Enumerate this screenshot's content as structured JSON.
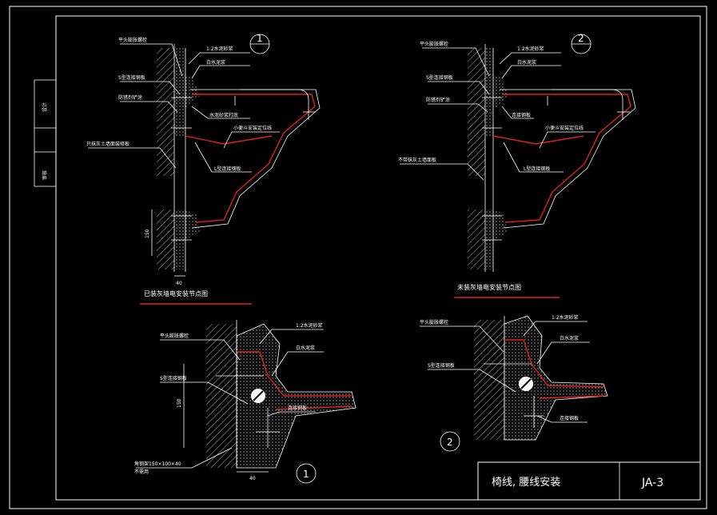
{
  "side_labels": [
    "设计",
    "审核"
  ],
  "detail1": {
    "marker": "1",
    "caption": "已装灰墙电安装节点图",
    "labels": [
      "平头膨胀螺栓",
      "S型连接钢板",
      "防锈剂铲涂",
      "1:2水泥砂浆",
      "白水泥浆",
      "水泥砂浆打底",
      "小便斗安装定位线",
      "L型连接钢板",
      "只抹灰土墙面装修板"
    ],
    "dims": [
      "150",
      "40"
    ]
  },
  "detail2": {
    "marker": "2",
    "caption": "未装灰墙电安装节点图",
    "labels": [
      "平头膨胀螺栓",
      "S型连接钢板",
      "防锈剂铲涂",
      "1:2水泥砂浆",
      "白水泥浆",
      "连接钢板",
      "小便斗安装定位线",
      "L型连接钢板",
      "不带抹灰土墙面板"
    ]
  },
  "detail3": {
    "marker": "1",
    "labels": [
      "平头膨胀螺栓",
      "S型连接钢板",
      "1:2水泥砂浆",
      "白水泥浆",
      "连接钢板",
      "角钢架150×100×40",
      "不需用"
    ],
    "dims": [
      "150",
      "40"
    ]
  },
  "detail4": {
    "marker": "2",
    "labels": [
      "平头膨胀螺栓",
      "S型连接钢板",
      "1:2水泥砂浆",
      "白水泥浆",
      "连接钢板"
    ]
  },
  "title_block": {
    "title": "椅线, 腰线安装",
    "code": "JA-3"
  }
}
